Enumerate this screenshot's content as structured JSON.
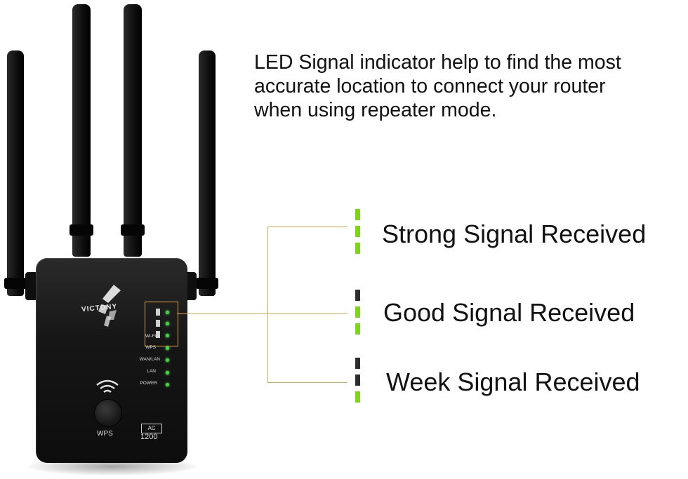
{
  "headline": {
    "line1": "LED Signal indicator help to find the most",
    "line2": "accurate location to connect your router",
    "line3": "when using repeater mode."
  },
  "device": {
    "brand": "VICTONY",
    "led_labels": [
      "Wi-Fi",
      "WPS",
      "WAN/LAN",
      "LAN",
      "POWER"
    ],
    "wps_button_label": "WPS",
    "ac_badge": "AC",
    "ac_model": "1200"
  },
  "legend": [
    {
      "label": "Strong Signal Received",
      "bars": [
        "green",
        "green",
        "green"
      ]
    },
    {
      "label": "Good Signal Received",
      "bars": [
        "dark",
        "green",
        "green"
      ]
    },
    {
      "label": "Week Signal Received",
      "bars": [
        "dark",
        "dark",
        "green"
      ]
    }
  ],
  "colors": {
    "led_green": "#7ed321",
    "led_off": "#2d2d2d",
    "callout_line": "#e0a64e"
  }
}
